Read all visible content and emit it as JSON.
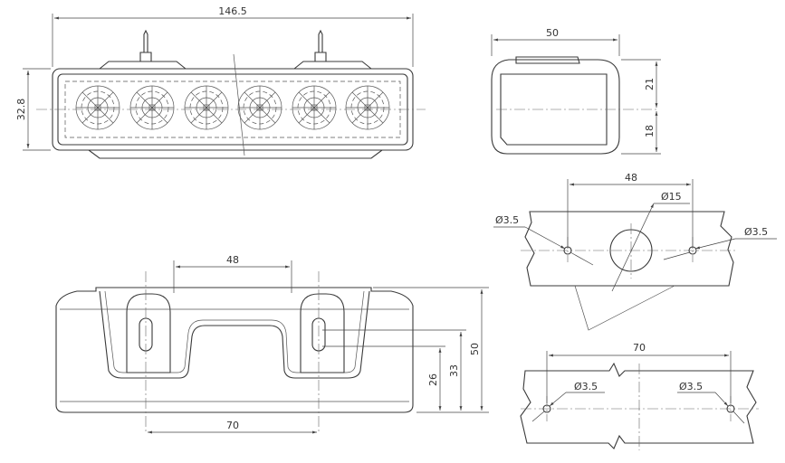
{
  "front_view": {
    "width_label": "146.5",
    "height_label": "32.8",
    "led_count": 6
  },
  "side_view": {
    "width_label": "50",
    "upper_label": "21",
    "lower_label": "18"
  },
  "hole_detail_top": {
    "spacing_label": "48",
    "center_hole_label": "Ø15",
    "left_hole_label": "Ø3.5",
    "right_hole_label": "Ø3.5"
  },
  "back_view": {
    "top_spacing_label": "48",
    "bottom_spacing_label": "70",
    "height_label": "50",
    "mid_label": "33",
    "low_label": "26"
  },
  "hole_detail_bottom": {
    "spacing_label": "70",
    "left_hole_label": "Ø3.5",
    "right_hole_label": "Ø3.5"
  }
}
